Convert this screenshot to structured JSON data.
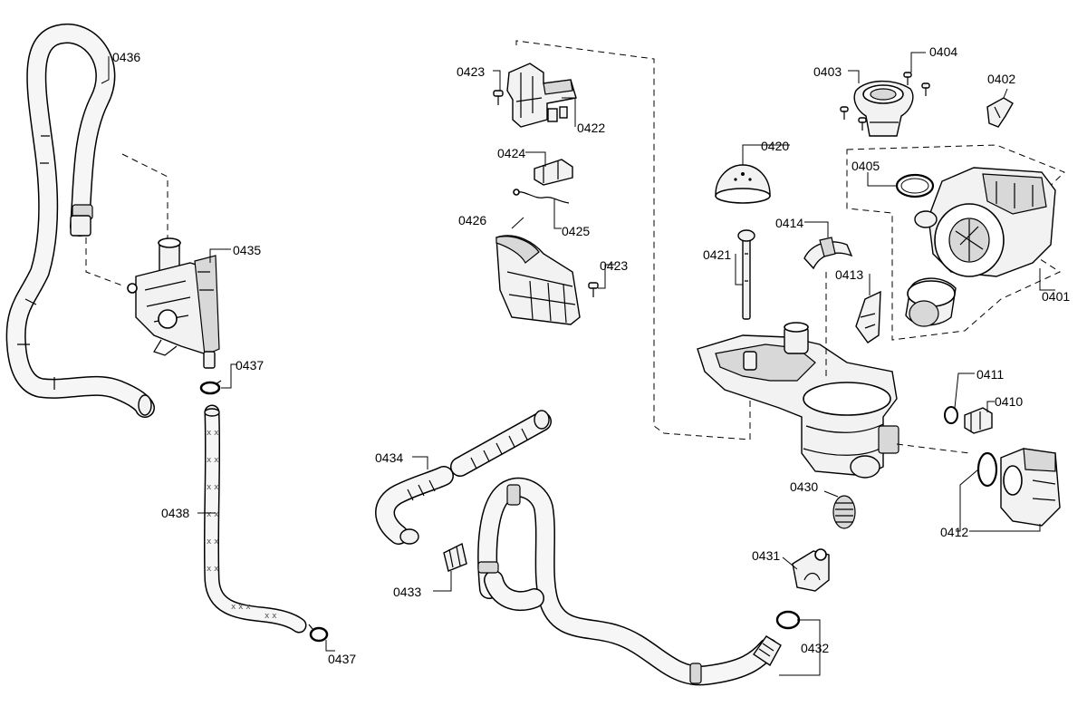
{
  "callouts": {
    "p0401": "0401",
    "p0402": "0402",
    "p0403": "0403",
    "p0404": "0404",
    "p0405": "0405",
    "p0410": "0410",
    "p0411": "0411",
    "p0412": "0412",
    "p0413": "0413",
    "p0414": "0414",
    "p0420": "0420",
    "p0421": "0421",
    "p0422": "0422",
    "p0423a": "0423",
    "p0423b": "0423",
    "p0424": "0424",
    "p0425": "0425",
    "p0426": "0426",
    "p0430": "0430",
    "p0431": "0431",
    "p0432": "0432",
    "p0433": "0433",
    "p0434": "0434",
    "p0435": "0435",
    "p0436": "0436",
    "p0437a": "0437",
    "p0437b": "0437",
    "p0438": "0438"
  }
}
